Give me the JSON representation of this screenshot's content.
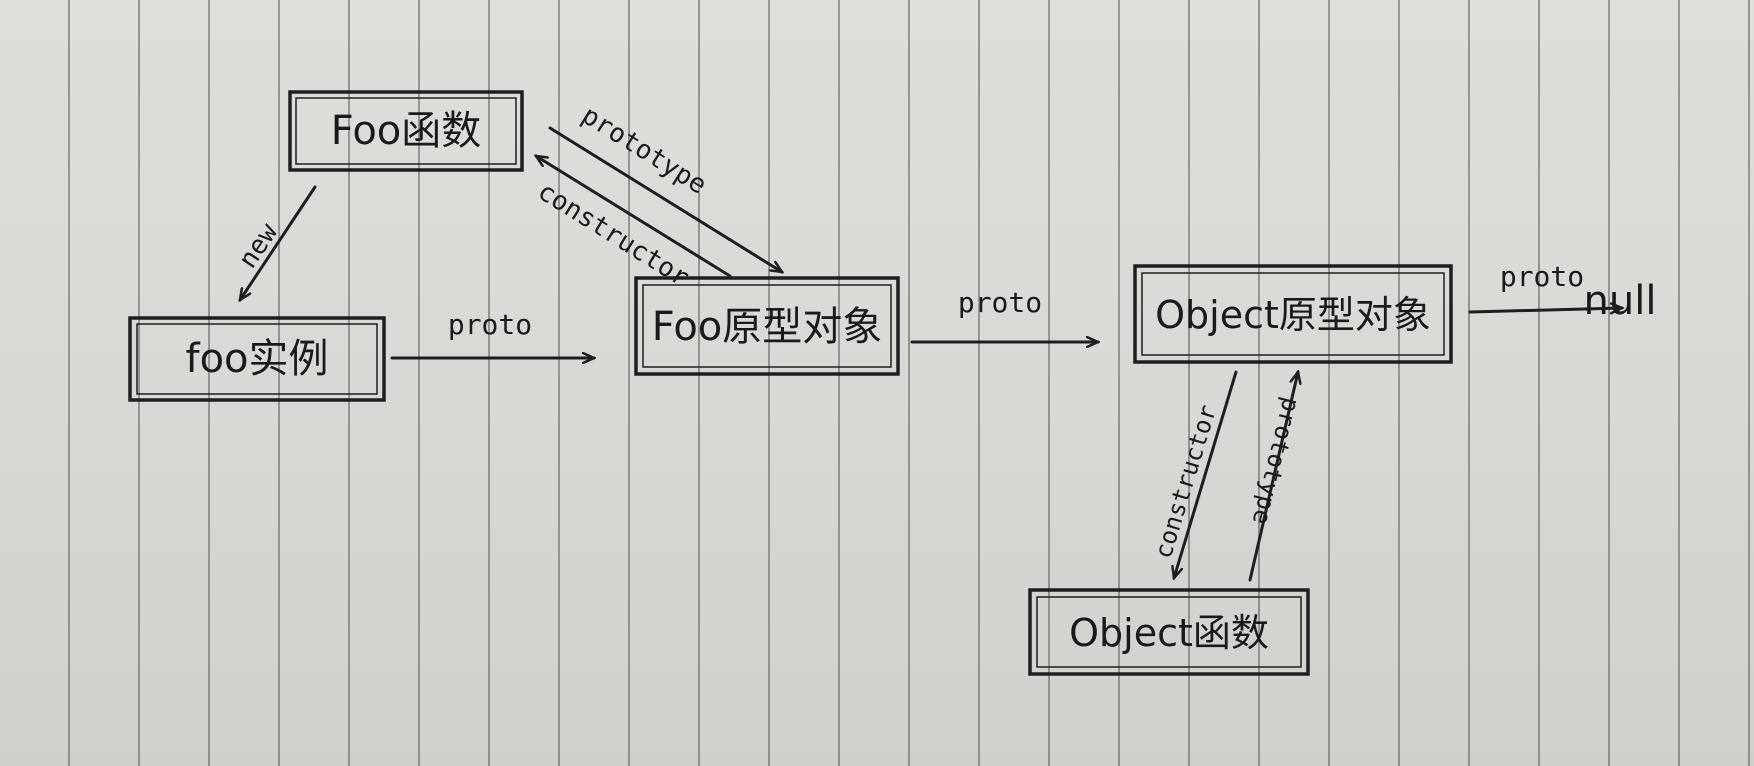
{
  "nodes": {
    "foo_function": "Foo函数",
    "foo_instance": "foo实例",
    "foo_prototype": "Foo原型对象",
    "object_prototype": "Object原型对象",
    "object_function": "Object函数",
    "null_value": "null"
  },
  "edges": {
    "new": "new",
    "proto_instance": "proto",
    "prototype_foo": "prototype",
    "constructor_foo": "constructor",
    "proto_foo_prototype": "proto",
    "proto_object_prototype": "proto",
    "constructor_object": "constructor",
    "prototype_object": "prototype"
  }
}
